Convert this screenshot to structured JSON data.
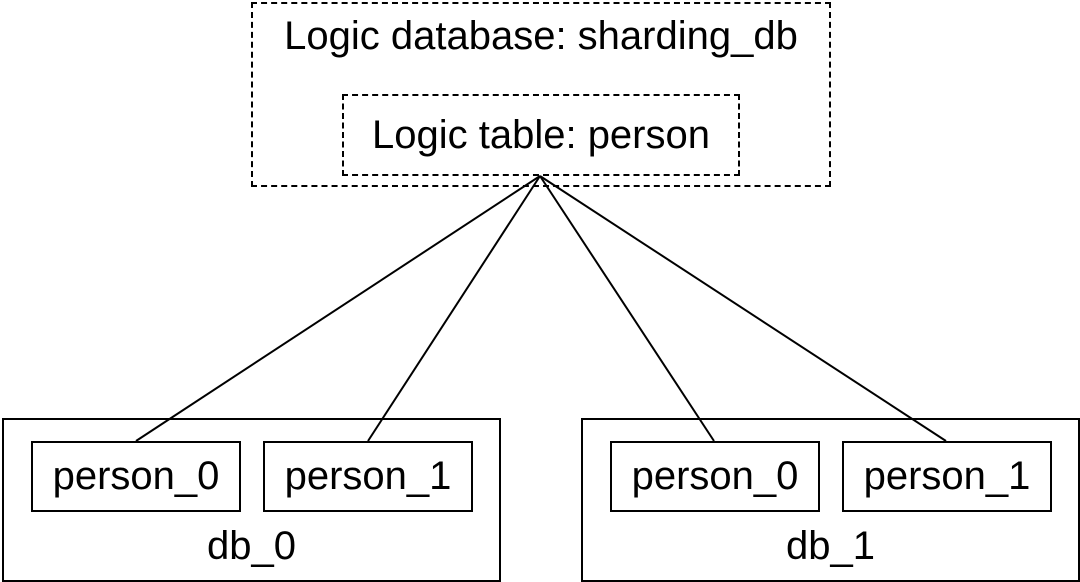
{
  "logic_database": {
    "label": "Logic database: sharding_db"
  },
  "logic_table": {
    "label": "Logic table: person"
  },
  "databases": [
    {
      "label": "db_0",
      "tables": [
        "person_0",
        "person_1"
      ]
    },
    {
      "label": "db_1",
      "tables": [
        "person_0",
        "person_1"
      ]
    }
  ]
}
